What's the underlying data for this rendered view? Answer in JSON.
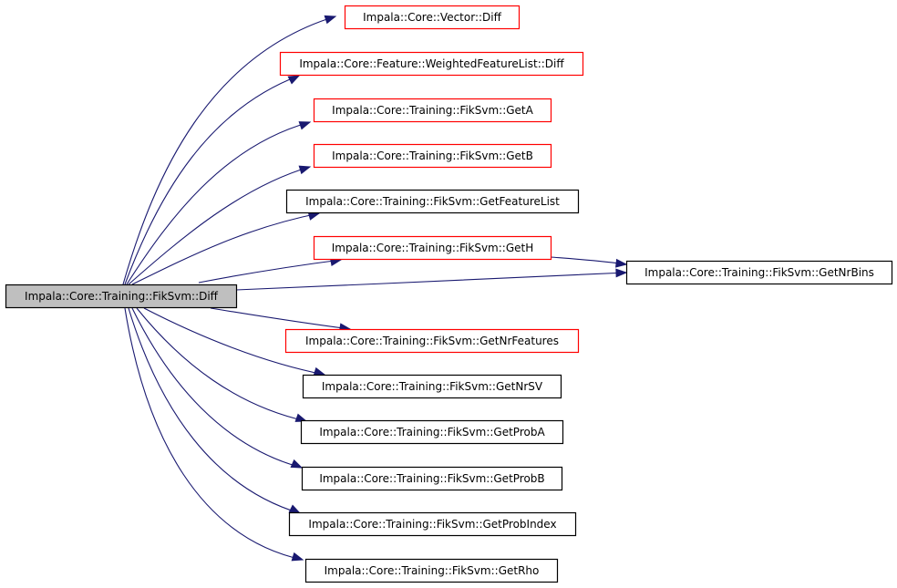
{
  "diagram": {
    "colors": {
      "edge": "#191970",
      "border_default": "#000000",
      "border_highlight": "#ff0000",
      "root_fill": "#bfbfbf",
      "node_fill": "#ffffff"
    },
    "root": {
      "id": "diff",
      "label": "Impala::Core::Training::FikSvm::Diff"
    },
    "nodes": [
      {
        "id": "vector_diff",
        "label": "Impala::Core::Vector::Diff",
        "border": "red"
      },
      {
        "id": "wfl_diff",
        "label": "Impala::Core::Feature::WeightedFeatureList::Diff",
        "border": "red"
      },
      {
        "id": "get_a",
        "label": "Impala::Core::Training::FikSvm::GetA",
        "border": "red"
      },
      {
        "id": "get_b",
        "label": "Impala::Core::Training::FikSvm::GetB",
        "border": "red"
      },
      {
        "id": "get_feature_list",
        "label": "Impala::Core::Training::FikSvm::GetFeatureList",
        "border": "black"
      },
      {
        "id": "get_h",
        "label": "Impala::Core::Training::FikSvm::GetH",
        "border": "red"
      },
      {
        "id": "get_nr_bins",
        "label": "Impala::Core::Training::FikSvm::GetNrBins",
        "border": "black"
      },
      {
        "id": "get_nr_features",
        "label": "Impala::Core::Training::FikSvm::GetNrFeatures",
        "border": "red"
      },
      {
        "id": "get_nr_sv",
        "label": "Impala::Core::Training::FikSvm::GetNrSV",
        "border": "black"
      },
      {
        "id": "get_prob_a",
        "label": "Impala::Core::Training::FikSvm::GetProbA",
        "border": "black"
      },
      {
        "id": "get_prob_b",
        "label": "Impala::Core::Training::FikSvm::GetProbB",
        "border": "black"
      },
      {
        "id": "get_prob_index",
        "label": "Impala::Core::Training::FikSvm::GetProbIndex",
        "border": "black"
      },
      {
        "id": "get_rho",
        "label": "Impala::Core::Training::FikSvm::GetRho",
        "border": "black"
      }
    ],
    "edges": [
      {
        "from": "diff",
        "to": "vector_diff"
      },
      {
        "from": "diff",
        "to": "wfl_diff"
      },
      {
        "from": "diff",
        "to": "get_a"
      },
      {
        "from": "diff",
        "to": "get_b"
      },
      {
        "from": "diff",
        "to": "get_feature_list"
      },
      {
        "from": "diff",
        "to": "get_h"
      },
      {
        "from": "diff",
        "to": "get_nr_bins"
      },
      {
        "from": "get_h",
        "to": "get_nr_bins"
      },
      {
        "from": "diff",
        "to": "get_nr_features"
      },
      {
        "from": "diff",
        "to": "get_nr_sv"
      },
      {
        "from": "diff",
        "to": "get_prob_a"
      },
      {
        "from": "diff",
        "to": "get_prob_b"
      },
      {
        "from": "diff",
        "to": "get_prob_index"
      },
      {
        "from": "diff",
        "to": "get_rho"
      }
    ]
  }
}
